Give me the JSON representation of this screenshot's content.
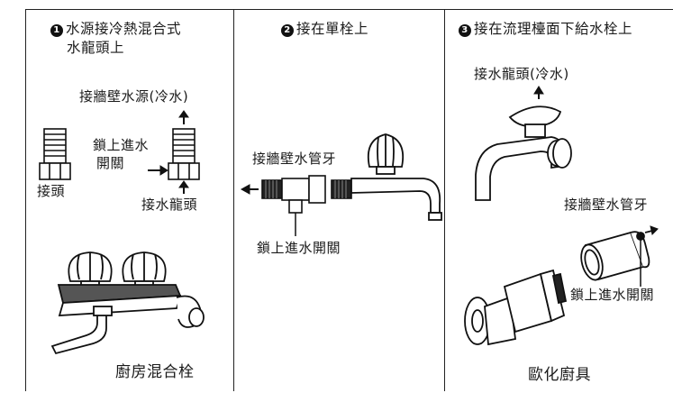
{
  "panels": [
    {
      "number": "1",
      "title_line1": "水源接冷熱混合式",
      "title_line2": "水龍頭上",
      "labels": {
        "wall_source": "接牆壁水源(冷水)",
        "lock_valve_line1": "鎖上進水",
        "lock_valve_line2": "開關",
        "connector": "接頭",
        "faucet_connector": "接水龍頭"
      },
      "caption": "廚房混合栓"
    },
    {
      "number": "2",
      "title": "接在單栓上",
      "labels": {
        "wall_pipe_thread": "接牆壁水管牙",
        "lock_valve": "鎖上進水開關"
      }
    },
    {
      "number": "3",
      "title": "接在流理檯面下給水栓上",
      "labels": {
        "faucet_cold": "接水龍頭(冷水)",
        "wall_pipe_thread": "接牆壁水管牙",
        "lock_valve": "鎖上進水開關"
      },
      "caption": "歐化廚具"
    }
  ]
}
